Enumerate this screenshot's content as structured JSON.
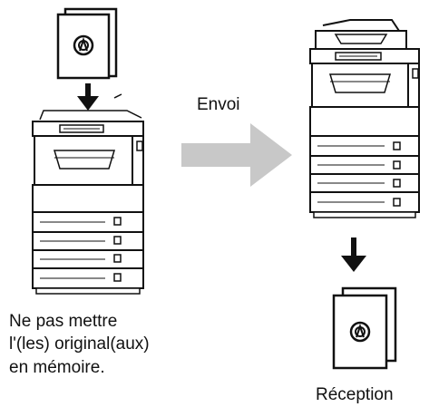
{
  "labels": {
    "send": "Envoi",
    "note_line1": "Ne pas mettre",
    "note_line2": "l'(les) original(aux)",
    "note_line3": "en mémoire.",
    "receive": "Réception"
  },
  "icons": {
    "document": "document-a-icon",
    "arrow_down": "arrow-down-icon",
    "arrow_right": "arrow-right-icon",
    "machine": "copier-machine-icon"
  },
  "colors": {
    "line": "#111111",
    "transfer_arrow": "#c8c8c8"
  }
}
